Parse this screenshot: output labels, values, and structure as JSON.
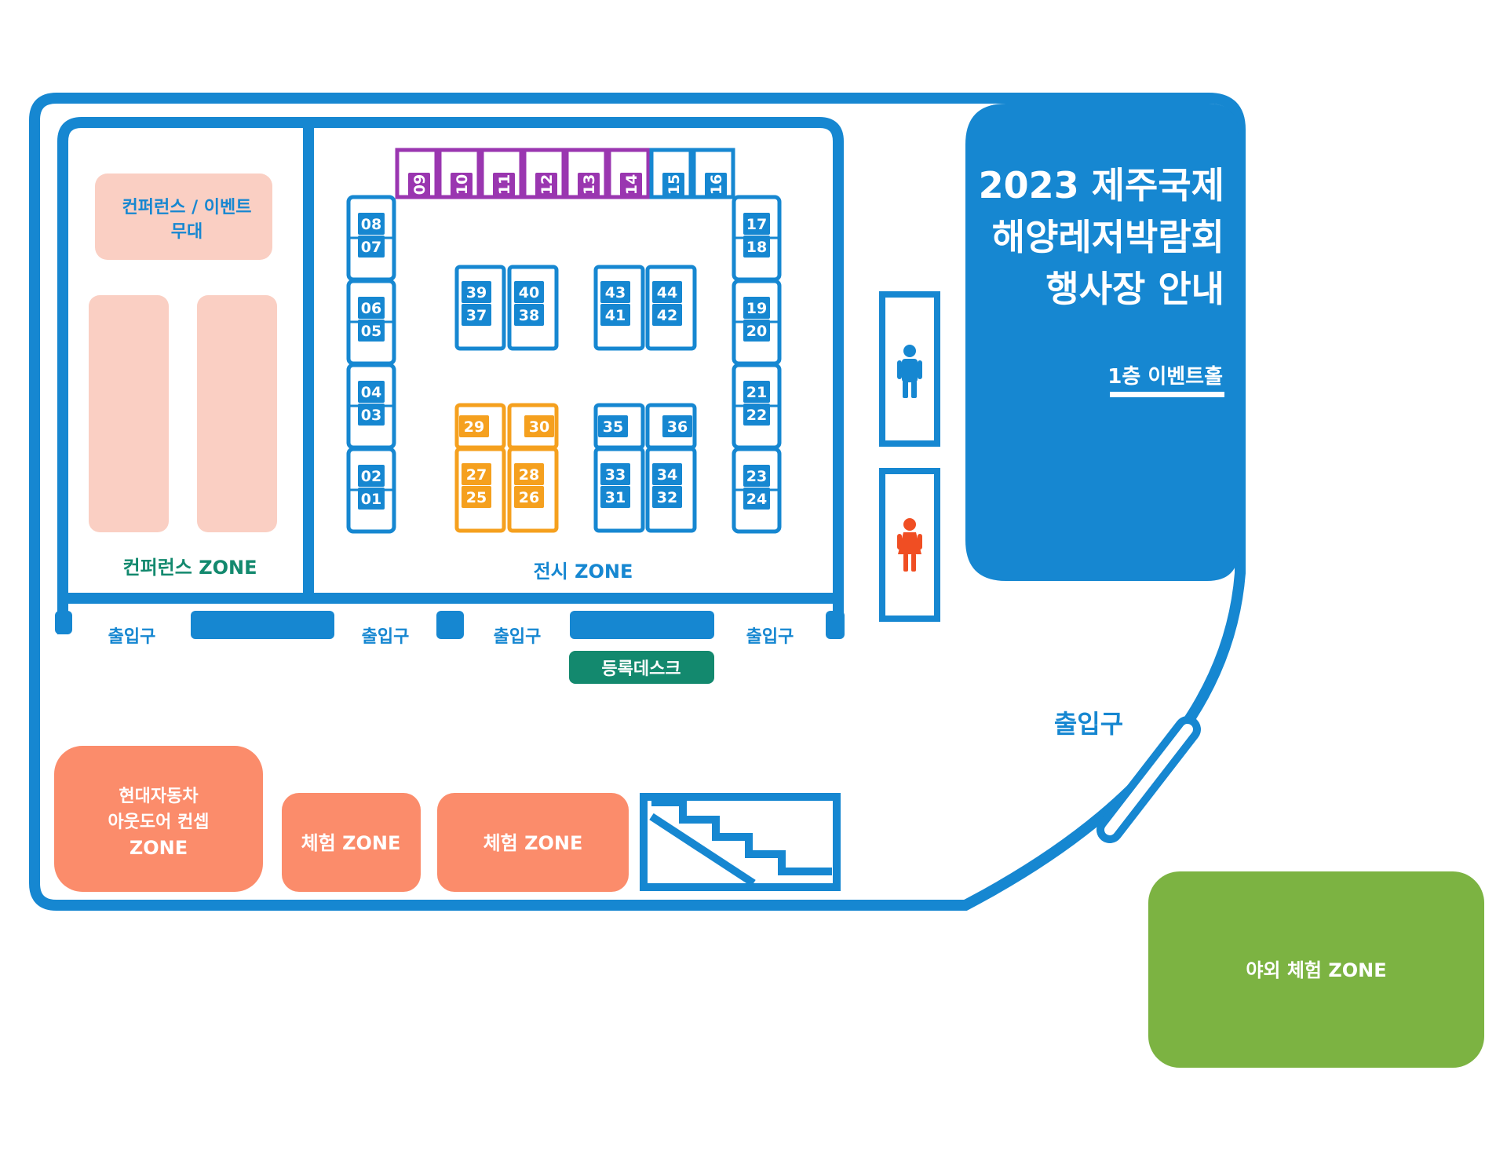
{
  "title": {
    "line1": "2023 제주국제",
    "line2": "해양레저박람회",
    "line3": "행사장 안내"
  },
  "floor_label": "1층 이벤트홀",
  "zones": {
    "conference_stage": {
      "line1": "컨퍼런스 / 이벤트",
      "line2": "무대"
    },
    "conference_zone": "컨퍼런스 ZONE",
    "exhibition_zone": "전시 ZONE",
    "registration_desk": "등록데스크",
    "hyundai": {
      "line1": "현대자동차",
      "line2": "아웃도어 컨셉",
      "line3": "ZONE"
    },
    "experience_1": "체험 ZONE",
    "experience_2": "체험 ZONE",
    "outdoor": "야외 체험 ZONE"
  },
  "entrances": [
    "출입구",
    "출입구",
    "출입구",
    "출입구",
    "출입구"
  ],
  "restrooms": {
    "men_icon": "man-icon",
    "women_icon": "woman-icon"
  },
  "colors": {
    "frame_blue": "#1687D1",
    "purple": "#9A36B0",
    "orange": "#F5A01E",
    "teal": "#13896E",
    "stage_pink": "#FACFC3",
    "coral": "#FB8C6B",
    "green": "#7CB342",
    "restroom_man": "#1687D1",
    "restroom_woman": "#F04E23"
  },
  "booths": {
    "top": [
      {
        "n": "09",
        "c": "purple"
      },
      {
        "n": "10",
        "c": "purple"
      },
      {
        "n": "11",
        "c": "purple"
      },
      {
        "n": "12",
        "c": "purple"
      },
      {
        "n": "13",
        "c": "purple"
      },
      {
        "n": "14",
        "c": "purple"
      },
      {
        "n": "15",
        "c": "blue"
      },
      {
        "n": "16",
        "c": "blue"
      }
    ],
    "left": [
      [
        "08",
        "07"
      ],
      [
        "06",
        "05"
      ],
      [
        "04",
        "03"
      ],
      [
        "02",
        "01"
      ]
    ],
    "right": [
      [
        "17",
        "18"
      ],
      [
        "19",
        "20"
      ],
      [
        "21",
        "22"
      ],
      [
        "23",
        "24"
      ]
    ],
    "islands": [
      {
        "nums": [
          "39",
          "37"
        ],
        "c": "blue"
      },
      {
        "nums": [
          "40",
          "38"
        ],
        "c": "blue"
      },
      {
        "nums": [
          "43",
          "41"
        ],
        "c": "blue"
      },
      {
        "nums": [
          "44",
          "42"
        ],
        "c": "blue"
      },
      {
        "nums": [
          "29"
        ],
        "c": "orange"
      },
      {
        "nums": [
          "30"
        ],
        "c": "orange"
      },
      {
        "nums": [
          "27",
          "25"
        ],
        "c": "orange"
      },
      {
        "nums": [
          "28",
          "26"
        ],
        "c": "orange"
      },
      {
        "nums": [
          "35"
        ],
        "c": "blue"
      },
      {
        "nums": [
          "36"
        ],
        "c": "blue"
      },
      {
        "nums": [
          "33",
          "31"
        ],
        "c": "blue"
      },
      {
        "nums": [
          "34",
          "32"
        ],
        "c": "blue"
      }
    ]
  }
}
